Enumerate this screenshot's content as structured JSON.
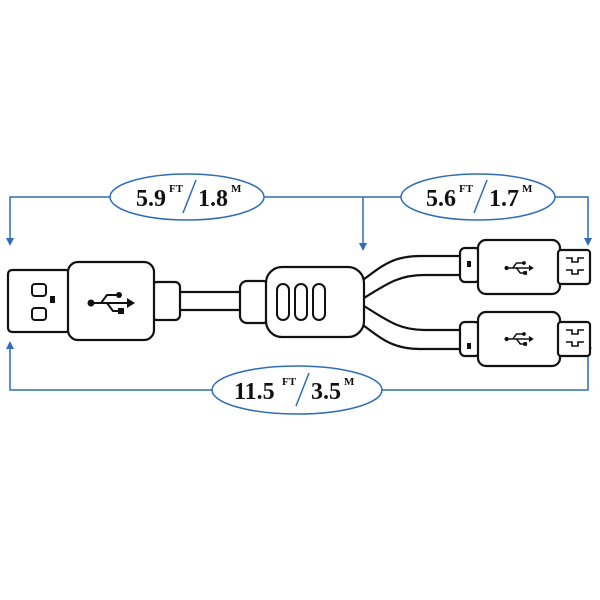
{
  "colors": {
    "dimension_line": "#2e6db8",
    "outline": "#111111",
    "background": "#ffffff"
  },
  "labels": {
    "top_left": {
      "value_ft": "5.9",
      "unit_ft": "FT",
      "value_m": "1.8",
      "unit_m": "M"
    },
    "top_right": {
      "value_ft": "5.6",
      "unit_ft": "FT",
      "value_m": "1.7",
      "unit_m": "M"
    },
    "bottom": {
      "value_ft": "11.5",
      "unit_ft": "FT",
      "value_m": "3.5",
      "unit_m": "M"
    }
  },
  "icons": {
    "usb_a_connector": "usb-a-plug",
    "usb_symbol": "usb-trident",
    "micro_usb_connector": "micro-usb-plug"
  }
}
